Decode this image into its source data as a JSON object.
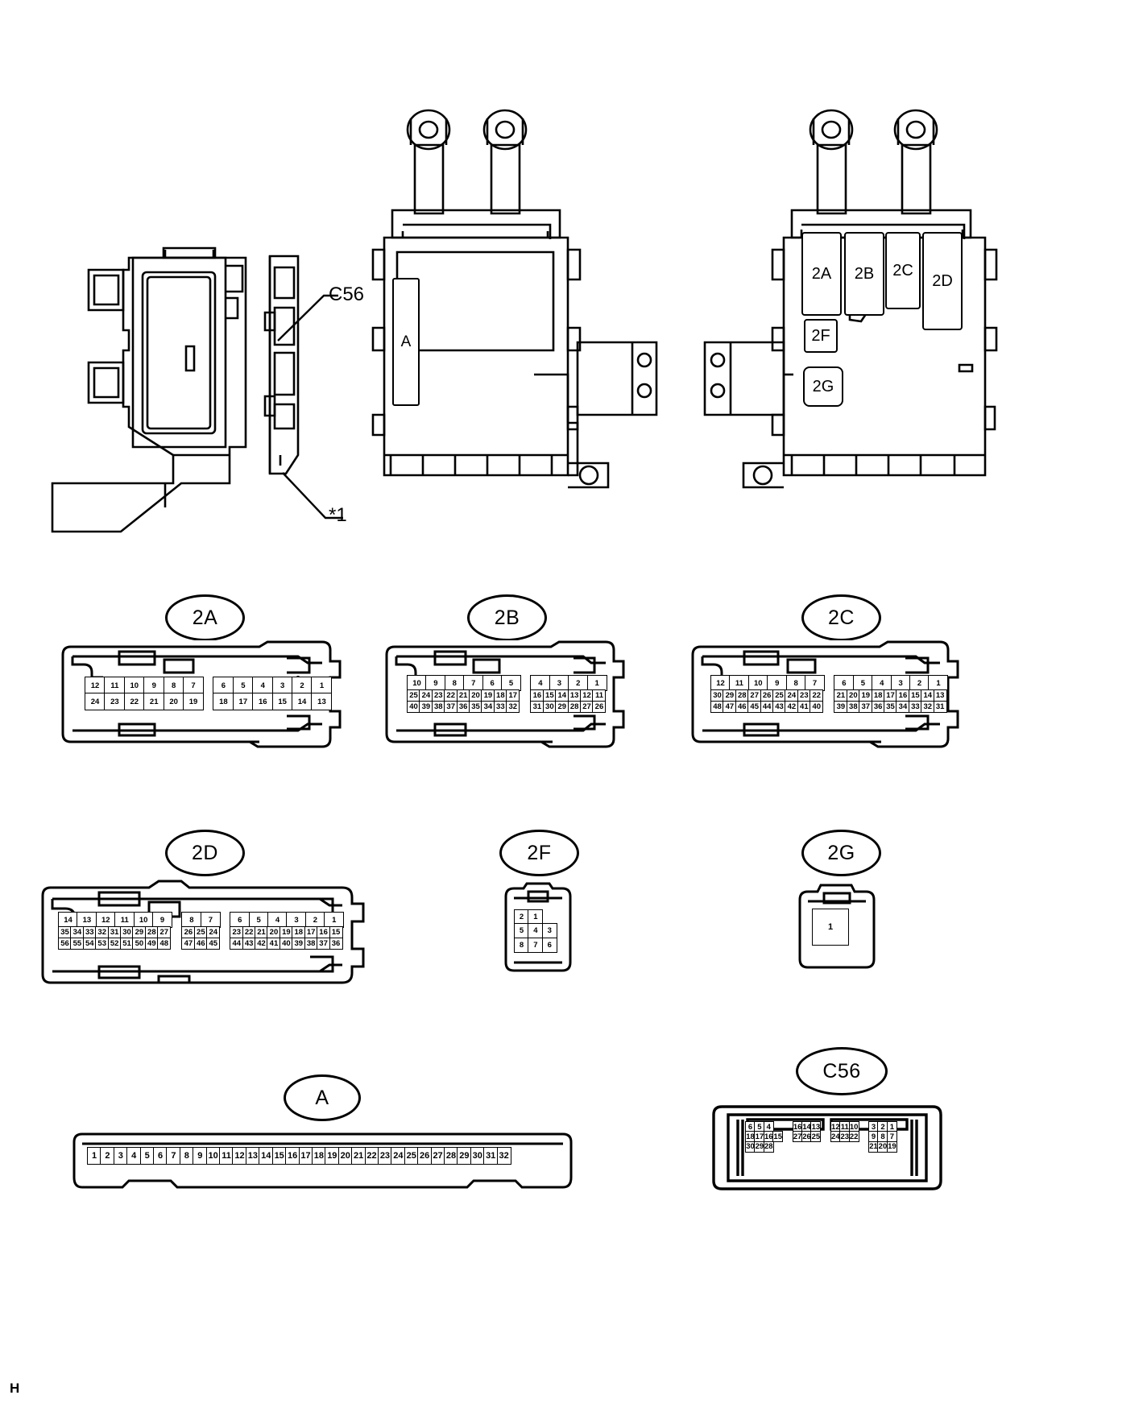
{
  "page": {
    "footer_mark": "H",
    "callouts": [
      {
        "id": "c56-callout",
        "label": "C56"
      },
      {
        "id": "star1-callout",
        "label": "*1"
      }
    ]
  },
  "assembly_views": {
    "left_unit": {
      "name": "relay-bracket-view"
    },
    "center_unit": {
      "name": "junction-block-front-view",
      "port_label": "A"
    },
    "right_unit": {
      "name": "junction-block-rear-view",
      "connector_labels": [
        "2A",
        "2B",
        "2C",
        "2D",
        "2F",
        "2G"
      ]
    }
  },
  "connectors": [
    {
      "id": "2A",
      "label": "2A",
      "style": "wide-2row",
      "groups": [
        {
          "rows": [
            [
              "12",
              "11",
              "10",
              "9",
              "8",
              "7"
            ],
            [
              "24",
              "23",
              "22",
              "21",
              "20",
              "19"
            ]
          ]
        },
        {
          "rows": [
            [
              "6",
              "5",
              "4",
              "3",
              "2",
              "1"
            ],
            [
              "18",
              "17",
              "16",
              "15",
              "14",
              "13"
            ]
          ]
        }
      ]
    },
    {
      "id": "2B",
      "label": "2B",
      "style": "wide-3row",
      "groups": [
        {
          "rows": [
            [
              "10",
              "9",
              "8",
              "7",
              "6",
              "5"
            ],
            [
              "25",
              "24",
              "23",
              "22",
              "21",
              "20",
              "19",
              "18",
              "17"
            ],
            [
              "40",
              "39",
              "38",
              "37",
              "36",
              "35",
              "34",
              "33",
              "32"
            ]
          ]
        },
        {
          "rows": [
            [
              "4",
              "3",
              "2",
              "1"
            ],
            [
              "16",
              "15",
              "14",
              "13",
              "12",
              "11"
            ],
            [
              "31",
              "30",
              "29",
              "28",
              "27",
              "26"
            ]
          ]
        }
      ]
    },
    {
      "id": "2C",
      "label": "2C",
      "style": "wide-3row",
      "groups": [
        {
          "rows": [
            [
              "12",
              "11",
              "10",
              "9",
              "8",
              "7"
            ],
            [
              "30",
              "29",
              "28",
              "27",
              "26",
              "25",
              "24",
              "23",
              "22"
            ],
            [
              "48",
              "47",
              "46",
              "45",
              "44",
              "43",
              "42",
              "41",
              "40"
            ]
          ]
        },
        {
          "rows": [
            [
              "6",
              "5",
              "4",
              "3",
              "2",
              "1"
            ],
            [
              "21",
              "20",
              "19",
              "18",
              "17",
              "16",
              "15",
              "14",
              "13"
            ],
            [
              "39",
              "38",
              "37",
              "36",
              "35",
              "34",
              "33",
              "32",
              "31"
            ]
          ]
        }
      ]
    },
    {
      "id": "2D",
      "label": "2D",
      "style": "wide-3row",
      "groups": [
        {
          "rows": [
            [
              "14",
              "13",
              "12",
              "11",
              "10",
              "9"
            ],
            [
              "35",
              "34",
              "33",
              "32",
              "31",
              "30",
              "29",
              "28",
              "27"
            ],
            [
              "56",
              "55",
              "54",
              "53",
              "52",
              "51",
              "50",
              "49",
              "48"
            ]
          ]
        },
        {
          "rows": [
            [
              "8",
              "7"
            ],
            [
              "26",
              "25",
              "24"
            ],
            [
              "47",
              "46",
              "45"
            ]
          ]
        },
        {
          "rows": [
            [
              "6",
              "5",
              "4",
              "3",
              "2",
              "1"
            ],
            [
              "23",
              "22",
              "21",
              "20",
              "19",
              "18",
              "17",
              "16",
              "15"
            ],
            [
              "44",
              "43",
              "42",
              "41",
              "40",
              "39",
              "38",
              "37",
              "36"
            ]
          ]
        }
      ]
    },
    {
      "id": "2F",
      "label": "2F",
      "style": "small-3row",
      "groups": [
        {
          "rows": [
            [
              "2",
              "1"
            ],
            [
              "5",
              "4",
              "3"
            ],
            [
              "8",
              "7",
              "6"
            ]
          ]
        }
      ]
    },
    {
      "id": "2G",
      "label": "2G",
      "style": "single",
      "groups": [
        {
          "rows": [
            [
              "1"
            ]
          ]
        }
      ]
    },
    {
      "id": "A",
      "label": "A",
      "style": "strip",
      "groups": [
        {
          "rows": [
            [
              "1",
              "2",
              "3",
              "4",
              "5",
              "6",
              "7",
              "8",
              "9",
              "10",
              "11",
              "12",
              "13",
              "14",
              "15",
              "16",
              "17",
              "18",
              "19",
              "20",
              "21",
              "22",
              "23",
              "24",
              "25",
              "26",
              "27",
              "28",
              "29",
              "30",
              "31",
              "32"
            ]
          ]
        }
      ]
    },
    {
      "id": "C56",
      "label": "C56",
      "style": "ecu",
      "groups": [
        {
          "rows": [
            [
              "6",
              "5",
              "4"
            ],
            [
              "18",
              "17",
              "16",
              "15"
            ],
            [
              "30",
              "29",
              "28"
            ]
          ]
        },
        {
          "rows": [
            [
              "16",
              "14",
              "13"
            ],
            [
              "27",
              "26",
              "25"
            ]
          ]
        },
        {
          "rows": [
            [
              "12",
              "11",
              "10"
            ],
            [
              "24",
              "23",
              "22"
            ]
          ]
        },
        {
          "rows": [
            [
              "3",
              "2",
              "1"
            ],
            [
              "9",
              "8",
              "7"
            ],
            [
              "21",
              "20",
              "19"
            ]
          ]
        }
      ]
    }
  ]
}
